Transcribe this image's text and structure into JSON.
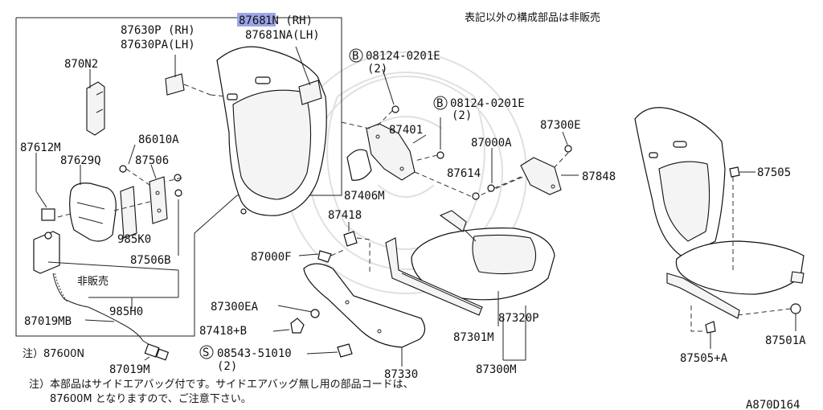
{
  "header": {
    "note_top": "表記以外の構成部品は非販売",
    "footnote_line1": "注）本部品はサイドエアバッグ付です。サイドエアバッグ無し用の部品コードは、",
    "footnote_line2": "87600M となりますので、ご注意下さい。",
    "diagram_code": "A870D164"
  },
  "labels": {
    "p87681_prefix": "8768",
    "p87681_suffix": "1N (RH)",
    "p87681NA": "87681NA(LH)",
    "p87630P": "87630P (RH)",
    "p87630PA": "87630PA(LH)",
    "p870N2": "870N2",
    "p87612M": "87612M",
    "p86010A": "86010A",
    "p87629Q": "87629Q",
    "p87506": "87506",
    "p985K0": "985K0",
    "p87506B": "87506B",
    "hihanbai": "非販売",
    "p985H0": "985H0",
    "p87019MB": "87019MB",
    "p87600N": "注）87600N",
    "p87019M": "87019M",
    "bolt1": "08124-0201E",
    "bolt1_qty": "(2)",
    "bolt2": "08124-0201E",
    "bolt2_qty": "(2)",
    "p87401": "87401",
    "p87406M": "87406M",
    "p87000A": "87000A",
    "p87300E": "87300E",
    "p87614": "87614",
    "p87848": "87848",
    "p87418": "87418",
    "p87000F": "87000F",
    "p87300EA": "87300EA",
    "p87418B": "87418+B",
    "screw": "08543-51010",
    "screw_qty": "(2)",
    "p87330": "87330",
    "p87301M": "87301M",
    "p87320P": "87320P",
    "p87300M": "87300M",
    "p87505": "87505",
    "p87505A": "87505+A",
    "p87501A": "87501A"
  },
  "symbols": {
    "circle_b1": "B",
    "circle_b2": "B",
    "circle_s": "S"
  },
  "colors": {
    "highlight": "#9aa6e6"
  }
}
